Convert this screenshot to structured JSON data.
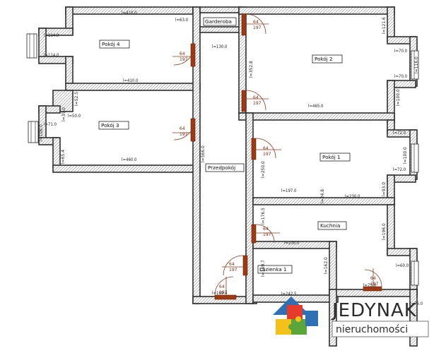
{
  "rooms": {
    "pokoj4": "Pokój 4",
    "pokoj3": "Pokój 3",
    "pokoj2": "Pokój 2",
    "pokoj1": "Pokój 1",
    "garderoba": "Garderoba",
    "przedpokoj": "Przedpokój",
    "kuchnia": "Kuchnia",
    "lazienka": "Łazienka 1"
  },
  "dimensions": {
    "d1": "l=410.0",
    "d2": "l=63.0",
    "d3": "l=114.0",
    "d4": "l=114.0",
    "d5": "l=410.0",
    "d6": "l=130.0",
    "d7": "l=352.8",
    "d8": "l=121.6",
    "d9": "l=70.0",
    "d10": "l=116.0",
    "d11": "l=70.0",
    "d12": "l=465.0",
    "d13": "l=100.0",
    "d14": "l=52.5",
    "d15": "l=35.0",
    "d16": "l=50.0",
    "d17": "l=71.0",
    "d18": "l=106.0",
    "d19": "l=65.4",
    "d20": "l=460.0",
    "d21": "l=566.0",
    "d22": "l=72.0",
    "d23": "l=100.0",
    "d24": "l=72.0",
    "d25": "l=250.0",
    "d26": "l=197.0",
    "d27": "l=24.8",
    "d28": "l=230.0",
    "d29": "l=93.0",
    "d30": "l=176.5",
    "d31": "l=196.0",
    "d32": "l=230.0",
    "d33": "l=60.0",
    "d34": "l=189.7",
    "d35": "l=162.0",
    "d36": "l=169.4",
    "d37": "l=242.5",
    "d38": "l=75.0",
    "d39": "l=76.0"
  },
  "doors": {
    "w": "64",
    "h": "197"
  },
  "logo": {
    "name": "JEDYNAK",
    "sub": "nieruchomości",
    "colors": [
      "#e63a2a",
      "#2f6fb3",
      "#f2c21b",
      "#5aa63a"
    ]
  }
}
